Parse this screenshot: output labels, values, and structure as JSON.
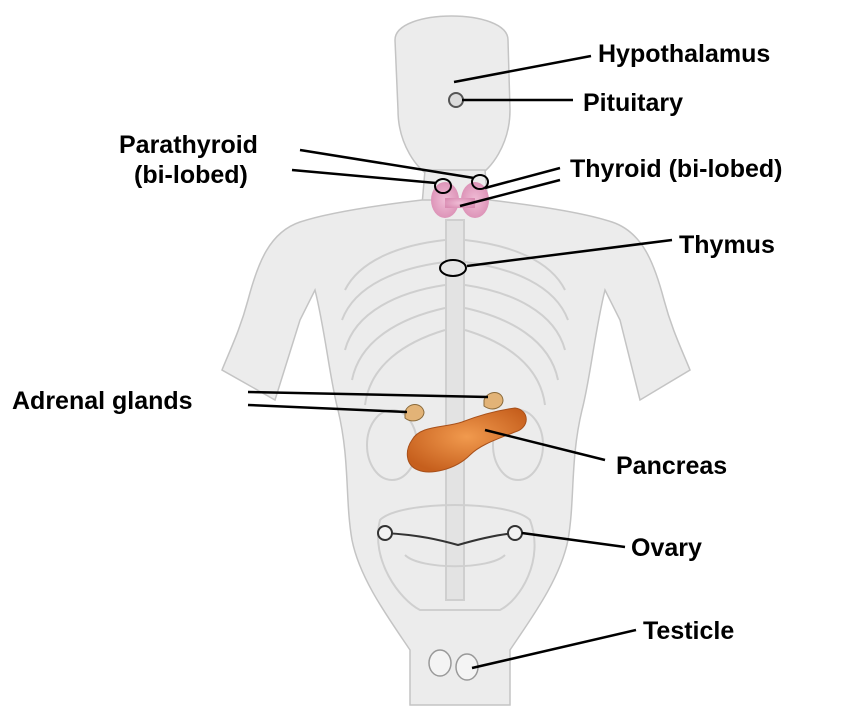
{
  "labels": {
    "hypothalamus": "Hypothalamus",
    "pituitary": "Pituitary",
    "parathyroid_line1": "Parathyroid",
    "parathyroid_line2": "(bi-lobed)",
    "thyroid": "Thyroid (bi-lobed)",
    "thymus": "Thymus",
    "adrenal": "Adrenal glands",
    "pancreas": "Pancreas",
    "ovary": "Ovary",
    "testicle": "Testicle"
  },
  "colors": {
    "background": "#ffffff",
    "body": "#e9e9e9",
    "body_stroke": "#c7c7c7",
    "thyroid": "#e4a6c4",
    "pancreas": "#d9772f",
    "adrenal": "#e2b377",
    "testicle": "#f1f1f1",
    "line": "#000000"
  }
}
